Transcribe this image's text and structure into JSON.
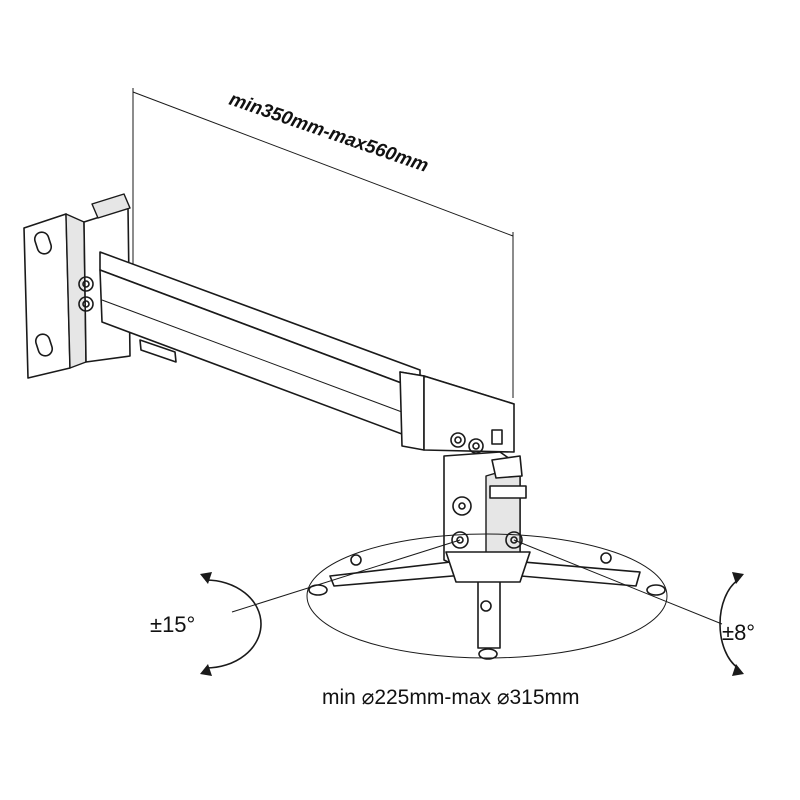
{
  "diagram": {
    "arm_extension_label": "min350mm-max560mm",
    "mount_diameter_label": "min ⌀225mm-max ⌀315mm",
    "tilt_label": "±15°",
    "swivel_label": "±8°"
  },
  "colors": {
    "line": "#1a1a1a",
    "background": "#ffffff"
  }
}
